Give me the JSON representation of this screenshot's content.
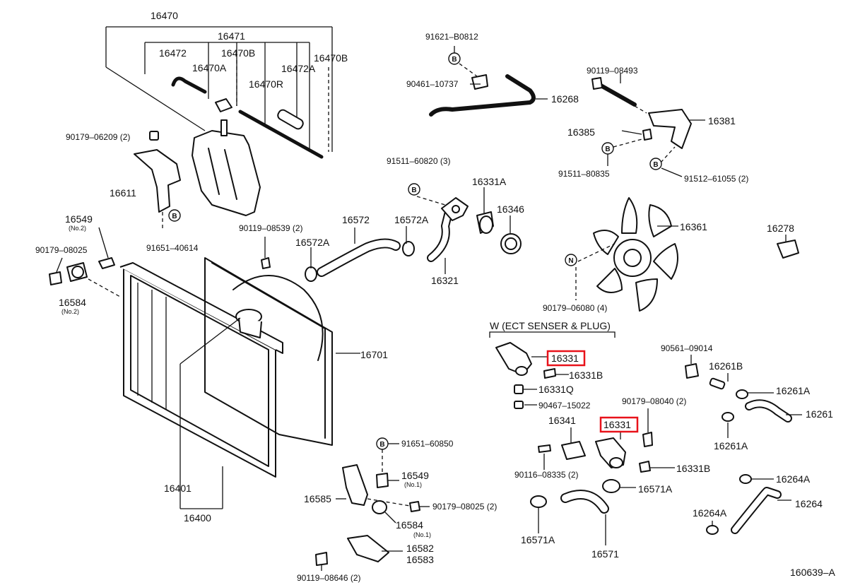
{
  "diagram": {
    "ref_code": "160639–A",
    "group_title": "W (ECT SENSER & PLUG)",
    "labels": [
      {
        "id": "p16470",
        "text": "16470"
      },
      {
        "id": "p16471",
        "text": "16471"
      },
      {
        "id": "p16472",
        "text": "16472"
      },
      {
        "id": "p16470B_1",
        "text": "16470B"
      },
      {
        "id": "p16470B_2",
        "text": "16470B"
      },
      {
        "id": "p16470A",
        "text": "16470A"
      },
      {
        "id": "p16472A",
        "text": "16472A"
      },
      {
        "id": "p16470R",
        "text": "16470R"
      },
      {
        "id": "p90179_06209",
        "text": "90179–06209 (2)"
      },
      {
        "id": "p16611",
        "text": "16611"
      },
      {
        "id": "p91651_40614",
        "text": "91651–40614"
      },
      {
        "id": "p16549_no2",
        "text": "16549"
      },
      {
        "id": "p16549_no2_sub",
        "text": "(No.2)"
      },
      {
        "id": "p90179_08025_a",
        "text": "90179–08025"
      },
      {
        "id": "p16584_no2",
        "text": "16584"
      },
      {
        "id": "p16584_no2_sub",
        "text": "(No.2)"
      },
      {
        "id": "p91621_B0812",
        "text": "91621–B0812"
      },
      {
        "id": "p90461_10737",
        "text": "90461–10737"
      },
      {
        "id": "p16268",
        "text": "16268"
      },
      {
        "id": "p90119_08493",
        "text": "90119–08493"
      },
      {
        "id": "p16381",
        "text": "16381"
      },
      {
        "id": "p16385",
        "text": "16385"
      },
      {
        "id": "p91511_80835",
        "text": "91511–80835"
      },
      {
        "id": "p91512_61055",
        "text": "91512–61055 (2)"
      },
      {
        "id": "p91511_60820",
        "text": "91511–60820 (3)"
      },
      {
        "id": "p16331A",
        "text": "16331A"
      },
      {
        "id": "p16346",
        "text": "16346"
      },
      {
        "id": "p16572",
        "text": "16572"
      },
      {
        "id": "p16572A_1",
        "text": "16572A"
      },
      {
        "id": "p16572A_2",
        "text": "16572A"
      },
      {
        "id": "p90119_08539",
        "text": "90119–08539 (2)"
      },
      {
        "id": "p16321",
        "text": "16321"
      },
      {
        "id": "p16361",
        "text": "16361"
      },
      {
        "id": "p16278",
        "text": "16278"
      },
      {
        "id": "p90179_06080",
        "text": "90179–06080 (4)"
      },
      {
        "id": "p16701",
        "text": "16701"
      },
      {
        "id": "p16401",
        "text": "16401"
      },
      {
        "id": "p16400",
        "text": "16400"
      },
      {
        "id": "p16331_a",
        "text": "16331"
      },
      {
        "id": "p16331B_1",
        "text": "16331B"
      },
      {
        "id": "p16331Q",
        "text": "16331Q"
      },
      {
        "id": "p90467_15022",
        "text": "90467–15022"
      },
      {
        "id": "p90561_09014",
        "text": "90561–09014"
      },
      {
        "id": "p16261B",
        "text": "16261B"
      },
      {
        "id": "p16261A_1",
        "text": "16261A"
      },
      {
        "id": "p16261",
        "text": "16261"
      },
      {
        "id": "p16261A_2",
        "text": "16261A"
      },
      {
        "id": "p90179_08040",
        "text": "90179–08040 (2)"
      },
      {
        "id": "p16341",
        "text": "16341"
      },
      {
        "id": "p16331_b",
        "text": "16331"
      },
      {
        "id": "p16331B_2",
        "text": "16331B"
      },
      {
        "id": "p90116_08335",
        "text": "90116–08335 (2)"
      },
      {
        "id": "p16571A_1",
        "text": "16571A"
      },
      {
        "id": "p16571A_2",
        "text": "16571A"
      },
      {
        "id": "p16571",
        "text": "16571"
      },
      {
        "id": "p16264A_1",
        "text": "16264A"
      },
      {
        "id": "p16264",
        "text": "16264"
      },
      {
        "id": "p16264A_2",
        "text": "16264A"
      },
      {
        "id": "p91651_60850",
        "text": "91651–60850"
      },
      {
        "id": "p16549_no1",
        "text": "16549"
      },
      {
        "id": "p16549_no1_sub",
        "text": "(No.1)"
      },
      {
        "id": "p16585",
        "text": "16585"
      },
      {
        "id": "p90179_08025_b",
        "text": "90179–08025 (2)"
      },
      {
        "id": "p16584_no1",
        "text": "16584"
      },
      {
        "id": "p16584_no1_sub",
        "text": "(No.1)"
      },
      {
        "id": "p16582",
        "text": "16582"
      },
      {
        "id": "p16583",
        "text": "16583"
      },
      {
        "id": "p90119_08646",
        "text": "90119–08646 (2)"
      }
    ],
    "callout_letters": {
      "b": "B",
      "n": "N"
    },
    "highlight_color": "#e8121a"
  }
}
